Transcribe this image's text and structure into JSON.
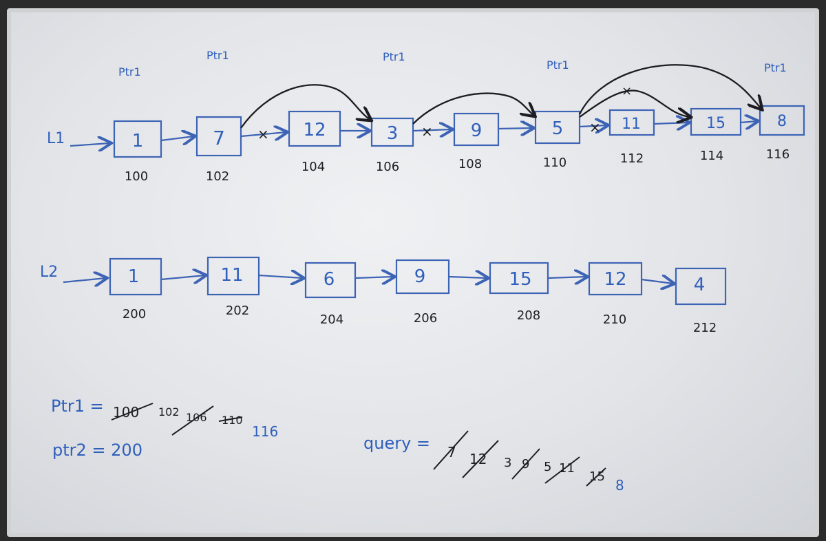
{
  "list1": {
    "label": "L1",
    "nodes": [
      {
        "value": "1",
        "addr": "100"
      },
      {
        "value": "7",
        "addr": "102"
      },
      {
        "value": "12",
        "addr": "104"
      },
      {
        "value": "3",
        "addr": "106"
      },
      {
        "value": "9",
        "addr": "108"
      },
      {
        "value": "5",
        "addr": "110"
      },
      {
        "value": "11",
        "addr": "112"
      },
      {
        "value": "15",
        "addr": "114"
      },
      {
        "value": "8",
        "addr": "116"
      }
    ]
  },
  "list2": {
    "label": "L2",
    "nodes": [
      {
        "value": "1",
        "addr": "200"
      },
      {
        "value": "11",
        "addr": "202"
      },
      {
        "value": "6",
        "addr": "204"
      },
      {
        "value": "9",
        "addr": "206"
      },
      {
        "value": "15",
        "addr": "208"
      },
      {
        "value": "12",
        "addr": "210"
      },
      {
        "value": "4",
        "addr": "212"
      }
    ]
  },
  "ptr_labels": [
    "Ptr1",
    "Ptr1",
    "Ptr1",
    "Ptr1",
    "Ptr1"
  ],
  "cut_mark": "×",
  "notes": {
    "ptr1_label": "Ptr1 =",
    "ptr1_values": [
      "100",
      "102",
      "106",
      "110",
      "116"
    ],
    "ptr2_label": "ptr2 = 200",
    "query_label": "query =",
    "query_values": [
      "7",
      "12",
      "3",
      "9",
      "5",
      "11",
      "15",
      "8"
    ]
  }
}
